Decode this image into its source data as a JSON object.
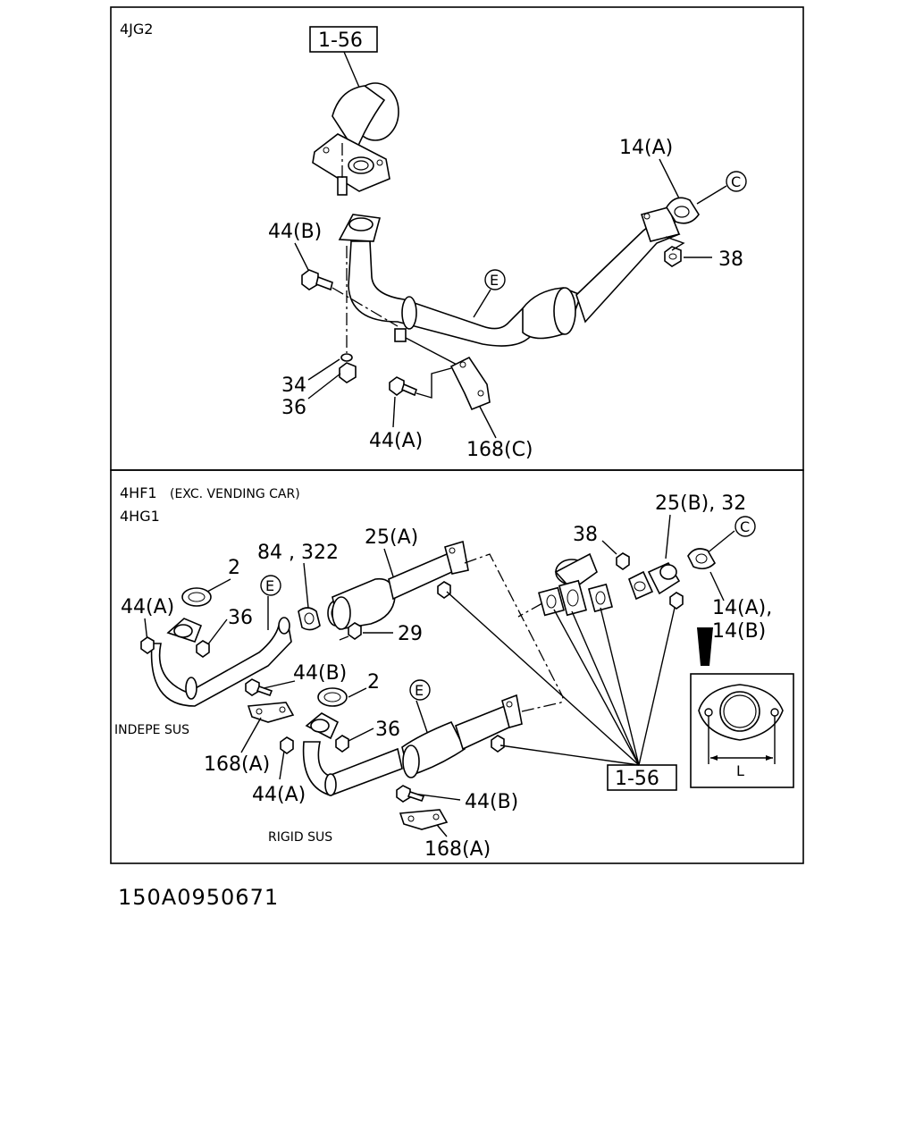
{
  "top_panel": {
    "engine": "4JG2",
    "labels": {
      "ref_1_56": "1-56",
      "p14a": "14(A)",
      "c_circle": "C",
      "p44b": "44(B)",
      "e_circle": "E",
      "p38": "38",
      "p34": "34",
      "p36": "36",
      "p44a": "44(A)",
      "p168c": "168(C)"
    }
  },
  "bottom_panel": {
    "engine_line1": "4HF1",
    "engine_note": "(EXC. VENDING CAR)",
    "engine_line2": "4HG1",
    "labels": {
      "p25b32": "25(B), 32",
      "p38": "38",
      "c_circle": "C",
      "p84_322": "84 , 322",
      "p25a": "25(A)",
      "p2_top": "2",
      "e_circle_top": "E",
      "p44a_top": "44(A)",
      "p36_top": "36",
      "p14a14b_line1": "14(A),",
      "p14a14b_line2": "14(B)",
      "p29": "29",
      "p44b_mid": "44(B)",
      "p2_mid": "2",
      "e_circle_mid": "E",
      "indepe_sus": "INDEPE SUS",
      "p36_mid": "36",
      "p168a_mid": "168(A)",
      "p44a_mid": "44(A)",
      "p44b_low": "44(B)",
      "ref_1_56": "1-56",
      "rigid_sus": "RIGID SUS",
      "p168a_low": "168(A)",
      "detail_L": "L"
    }
  },
  "drawing_number": "150A0950671"
}
